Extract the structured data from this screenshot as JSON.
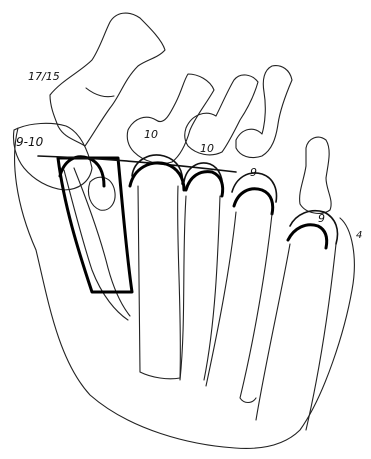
{
  "labels": {
    "top_left": "17/15",
    "left": "9-10",
    "metatarsal_2": "10",
    "metatarsal_3": "10",
    "metatarsal_4": "9",
    "metatarsal_5": "9",
    "right_edge": "4"
  }
}
